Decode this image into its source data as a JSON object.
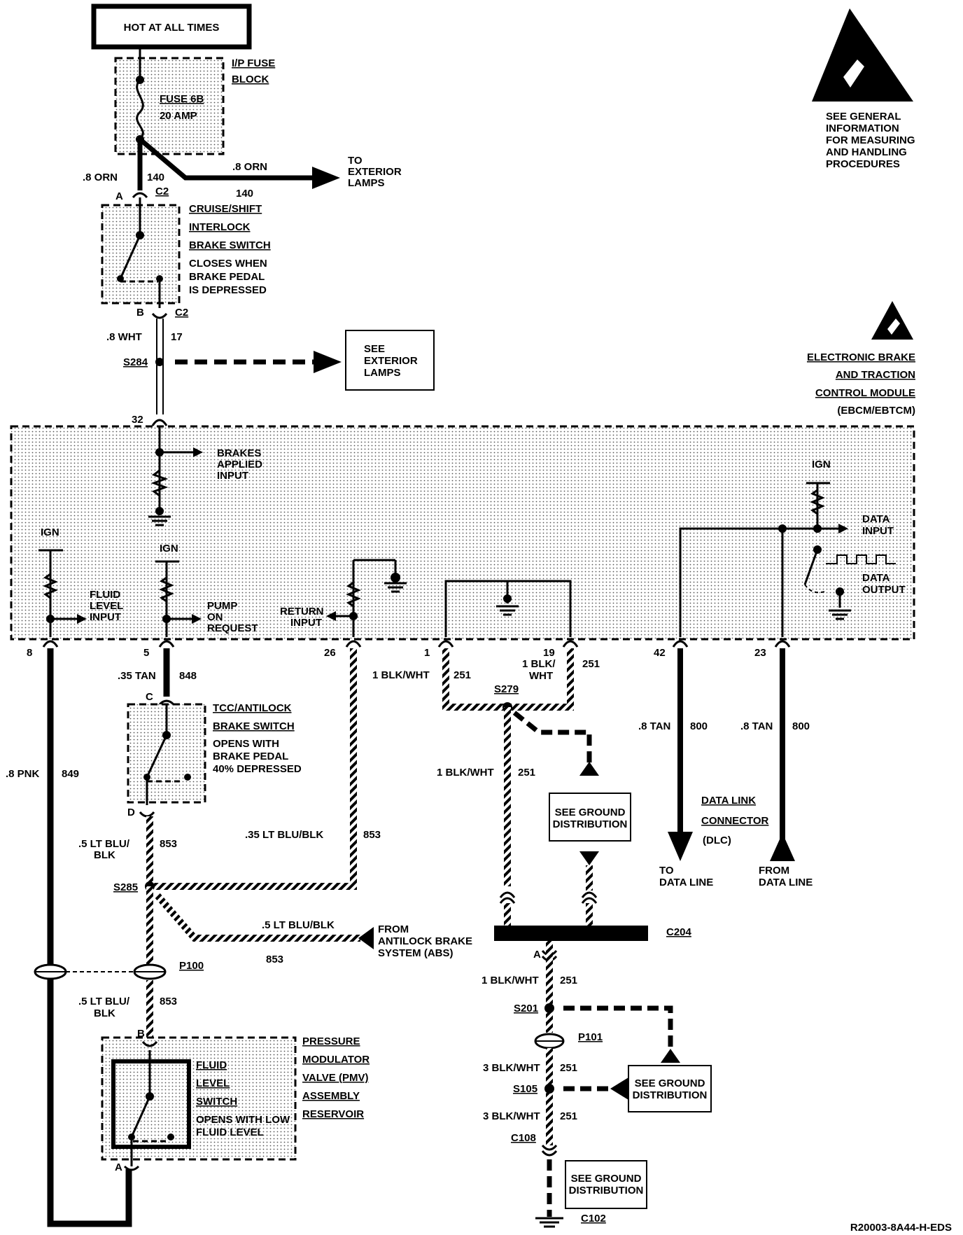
{
  "header": {
    "hot_at_all_times": "HOT AT ALL TIMES",
    "fuse_block_line1": "I/P FUSE",
    "fuse_block_line2": "BLOCK",
    "fuse_name": "FUSE 6B",
    "fuse_rating": "20 AMP"
  },
  "esd_notice": {
    "line1": "SEE GENERAL",
    "line2": "INFORMATION",
    "line3": "FOR MEASURING",
    "line4": "AND HANDLING",
    "line5": "PROCEDURES"
  },
  "wires": {
    "orn_gauge": ".8 ORN",
    "orn_circuit": "140",
    "orn_branch_gauge": ".8 ORN",
    "orn_branch_circuit": "140",
    "to_exterior_line1": "TO",
    "to_exterior_line2": "EXTERIOR",
    "to_exterior_line3": "LAMPS",
    "wht_gauge": ".8 WHT",
    "wht_circuit": "17",
    "tan_gauge": ".35 TAN",
    "tan_circuit": "848",
    "pnk_gauge": ".8 PNK",
    "pnk_circuit": "849",
    "ltblu_gauge_a_line1": ".5 LT BLU/",
    "ltblu_gauge_a_line2": "BLK",
    "ltblu_circuit_a": "853",
    "ltblu35_gauge": ".35 LT BLU/BLK",
    "ltblu35_circuit": "853",
    "ltblu_abs_gauge": ".5 LT BLU/BLK",
    "ltblu_abs_circuit": "853",
    "from_abs_line1": "FROM",
    "from_abs_line2": "ANTILOCK BRAKE",
    "from_abs_line3": "SYSTEM (ABS)",
    "ltblu_gauge_b_line1": ".5 LT BLU/",
    "ltblu_gauge_b_line2": "BLK",
    "ltblu_circuit_b": "853",
    "blkwht1_gauge": "1 BLK/WHT",
    "blkwht1_circuit": "251",
    "blkwht19_gauge_line1": "1 BLK/",
    "blkwht19_gauge_line2": "WHT",
    "blkwht19_circuit": "251",
    "blkwht_s279_gauge": "1 BLK/WHT",
    "blkwht_s279_circuit": "251",
    "blkwht_c204_gauge": "1 BLK/WHT",
    "blkwht_c204_circuit": "251",
    "blkwht3a_gauge": "3 BLK/WHT",
    "blkwht3a_circuit": "251",
    "blkwht3b_gauge": "3 BLK/WHT",
    "blkwht3b_circuit": "251",
    "tan42_gauge": ".8 TAN",
    "tan42_circuit": "800",
    "tan23_gauge": ".8 TAN",
    "tan23_circuit": "800"
  },
  "connectors": {
    "c2_top_pin": "A",
    "c2_top_name": "C2",
    "c2_bot_pin": "B",
    "c2_bot_name": "C2",
    "s284": "S284",
    "pin32": "32",
    "pin8": "8",
    "pin5": "5",
    "pin26": "26",
    "pin1": "1",
    "pin19": "19",
    "pin42": "42",
    "pin23": "23",
    "s279": "S279",
    "tcc_c": "C",
    "tcc_d": "D",
    "s285": "S285",
    "p100": "P100",
    "pmv_b": "B",
    "pmv_a": "A",
    "c204": "C204",
    "c204_pin": "A",
    "s201": "S201",
    "p101": "P101",
    "s105": "S105",
    "c108": "C108",
    "c102": "C102"
  },
  "cruise_switch": {
    "line1": "CRUISE/SHIFT",
    "line2": "INTERLOCK",
    "line3": "BRAKE SWITCH",
    "line4": "CLOSES WHEN",
    "line5": "BRAKE PEDAL",
    "line6": "IS DEPRESSED"
  },
  "see_exterior": {
    "line1": "SEE",
    "line2": "EXTERIOR",
    "line3": "LAMPS"
  },
  "module": {
    "line1": "ELECTRONIC BRAKE",
    "line2": "AND TRACTION",
    "line3": "CONTROL MODULE",
    "line4": "(EBCM/EBTCM)",
    "brakes_applied_line1": "BRAKES",
    "brakes_applied_line2": "APPLIED",
    "brakes_applied_line3": "INPUT",
    "ign_left": "IGN",
    "ign_mid": "IGN",
    "ign_right": "IGN",
    "fluid_level_line1": "FLUID",
    "fluid_level_line2": "LEVEL",
    "fluid_level_line3": "INPUT",
    "pump_line1": "PUMP",
    "pump_line2": "ON",
    "pump_line3": "REQUEST",
    "return_line1": "RETURN",
    "return_line2": "INPUT",
    "data_input_line1": "DATA",
    "data_input_line2": "INPUT",
    "data_output_line1": "DATA",
    "data_output_line2": "OUTPUT"
  },
  "tcc_switch": {
    "line1": "TCC/ANTILOCK",
    "line2": "BRAKE SWITCH",
    "line3": "OPENS WITH",
    "line4": "BRAKE PEDAL",
    "line5": "40% DEPRESSED"
  },
  "ground_dist_1": {
    "line1": "SEE GROUND",
    "line2": "DISTRIBUTION"
  },
  "ground_dist_2": {
    "line1": "SEE GROUND",
    "line2": "DISTRIBUTION"
  },
  "ground_dist_3": {
    "line1": "SEE GROUND",
    "line2": "DISTRIBUTION"
  },
  "dlc": {
    "line1": "DATA LINK",
    "line2": "CONNECTOR",
    "line3": "(DLC)",
    "to_line1": "TO",
    "to_line2": "DATA LINE",
    "from_line1": "FROM",
    "from_line2": "DATA LINE"
  },
  "pmv": {
    "line1": "PRESSURE",
    "line2": "MODULATOR",
    "line3": "VALVE (PMV)",
    "line4": "ASSEMBLY",
    "line5": "RESERVOIR",
    "fluid_line1": "FLUID",
    "fluid_line2": "LEVEL",
    "fluid_line3": "SWITCH",
    "opens_line1": "OPENS WITH LOW",
    "opens_line2": "FLUID LEVEL"
  },
  "footer": {
    "code": "R20003-8A44-H-EDS"
  }
}
